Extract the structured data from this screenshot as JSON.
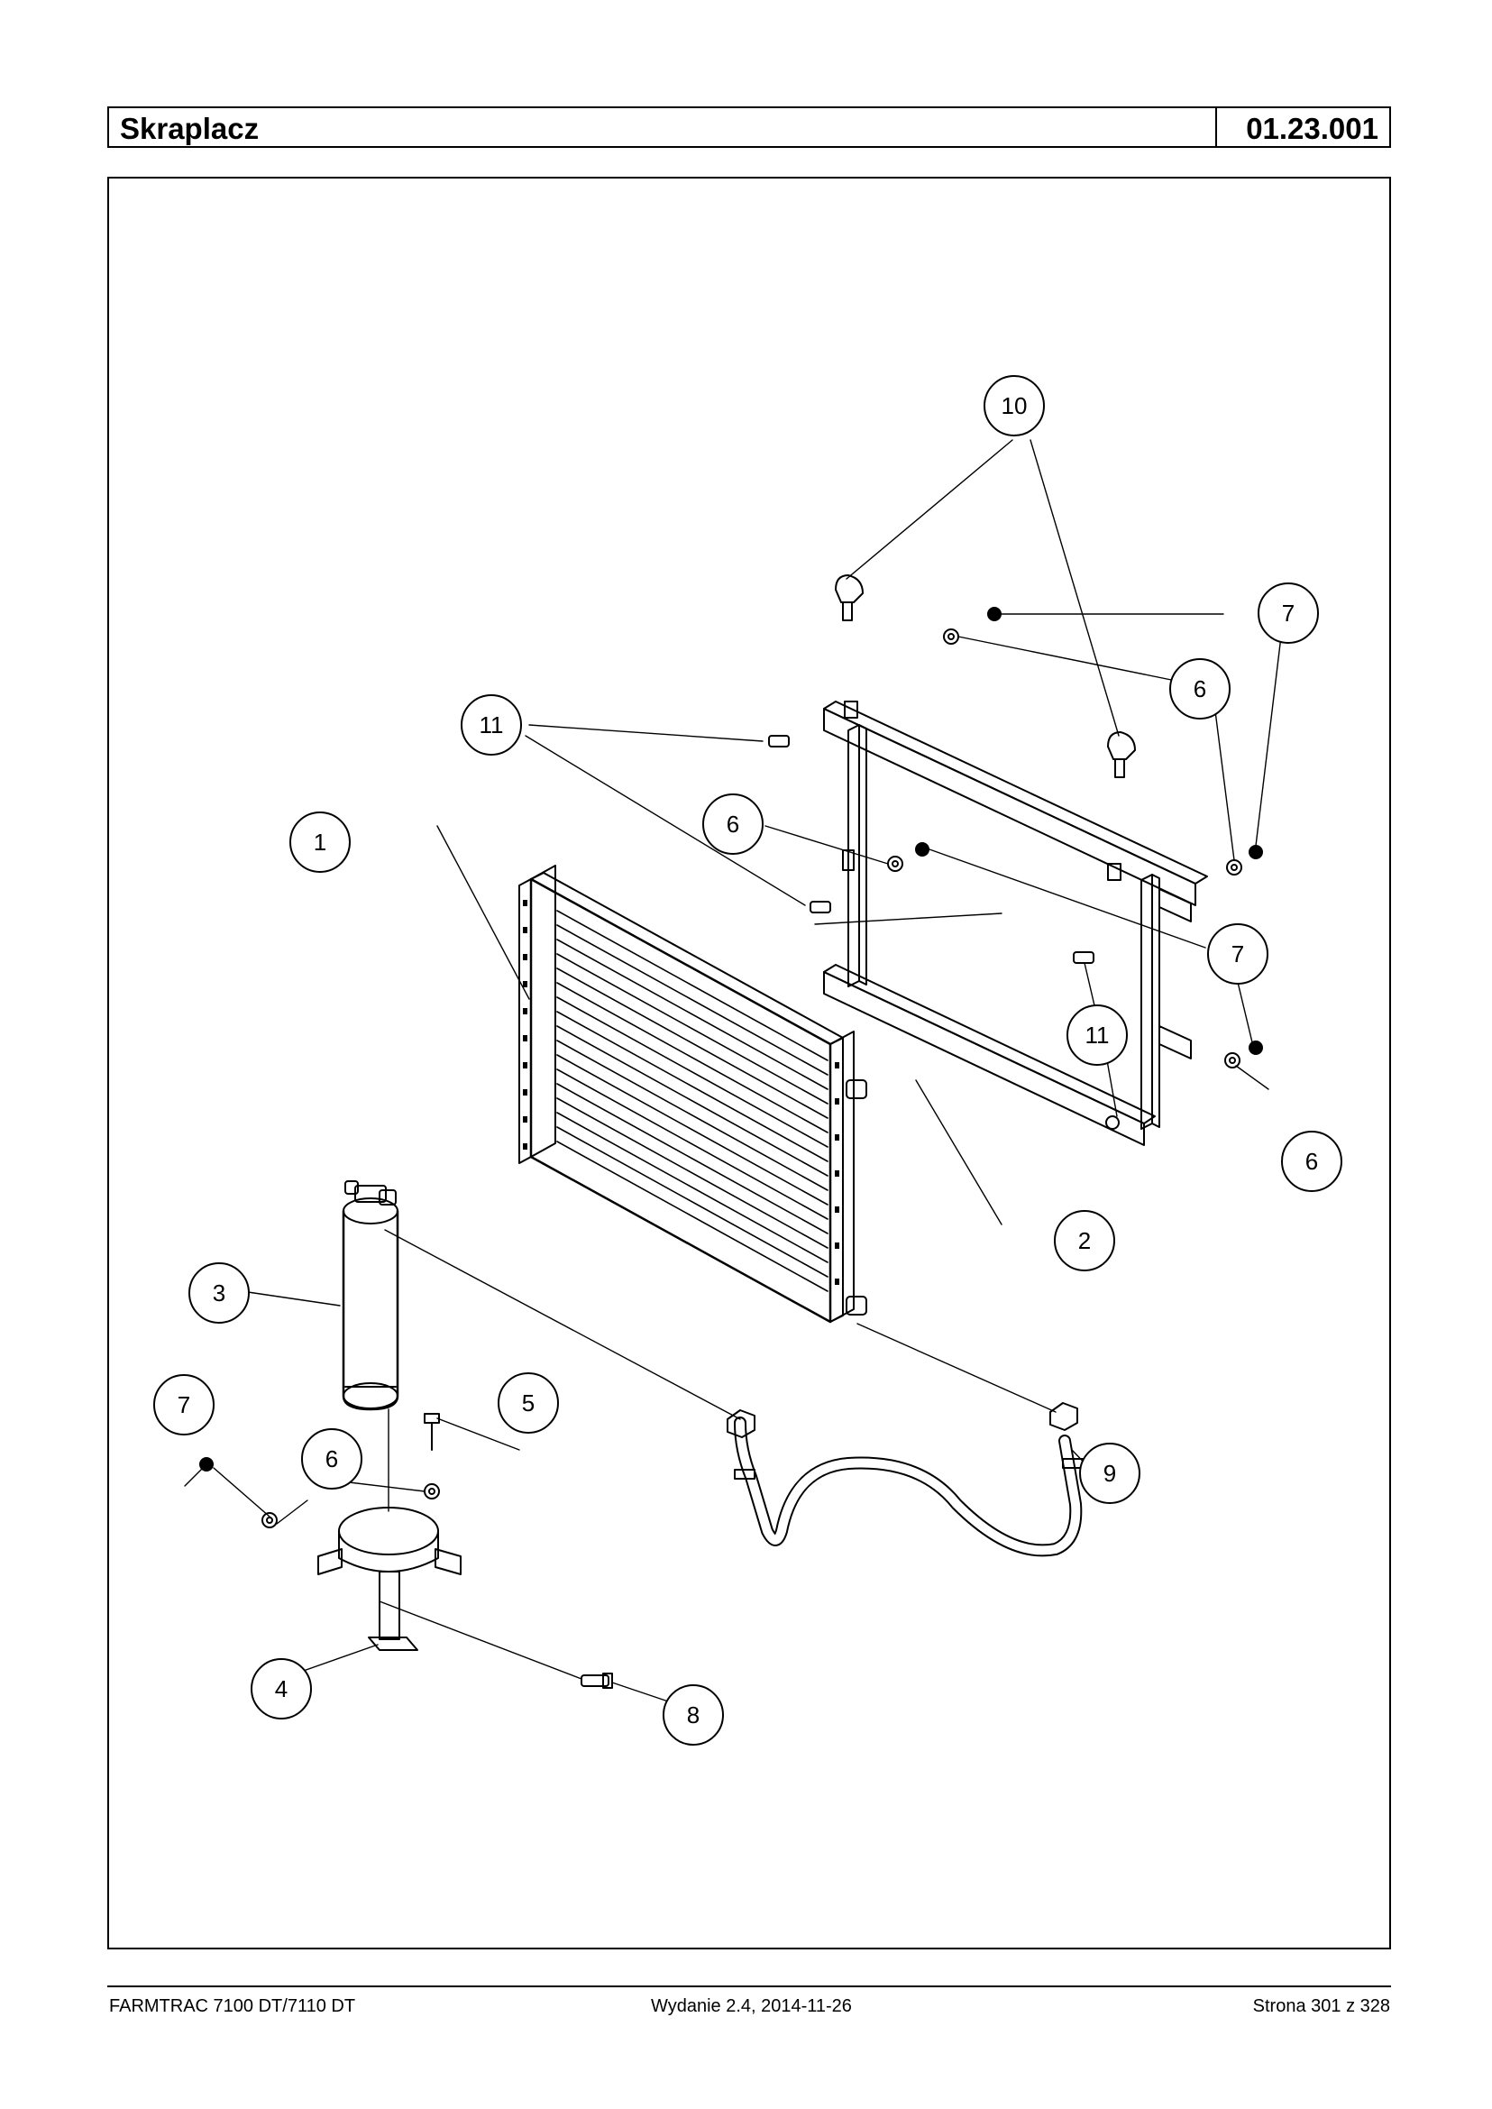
{
  "header": {
    "title": "Skraplacz",
    "code": "01.23.001"
  },
  "callouts": [
    "10",
    "7",
    "6",
    "11",
    "1",
    "6",
    "7",
    "11",
    "6",
    "2",
    "3",
    "7",
    "5",
    "6",
    "9",
    "4",
    "8"
  ],
  "footer": {
    "left": "FARMTRAC 7100 DT/7110 DT",
    "center": "Wydanie 2.4,  2014-11-26",
    "right": "Strona 301 z 328"
  }
}
